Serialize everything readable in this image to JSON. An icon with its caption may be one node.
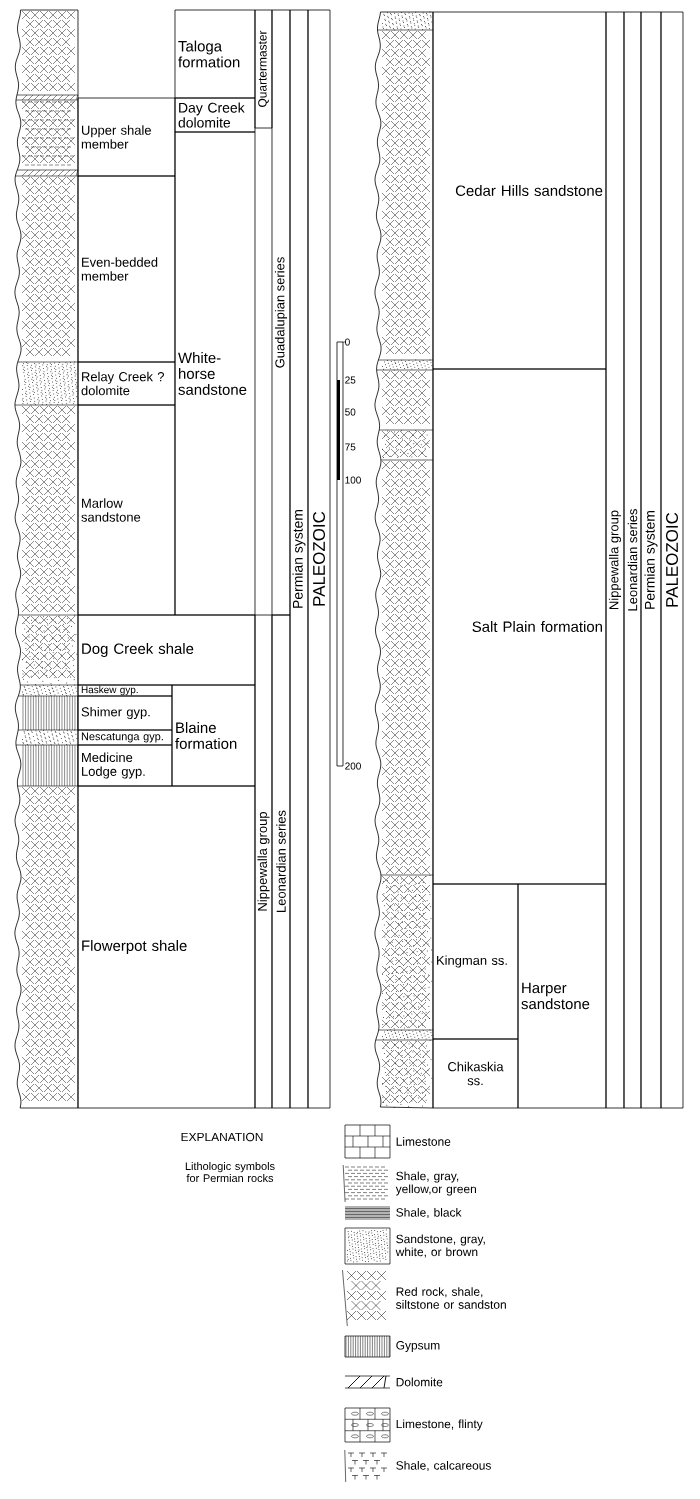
{
  "diagram": {
    "nodes": [
      {
        "text": [
          "Taloga formation"
        ]
      },
      {
        "text": [
          "Quartermaster"
        ]
      },
      {
        "text": [
          "Guadalupian series"
        ]
      },
      {
        "text": [
          "Permian system"
        ]
      },
      {
        "text": [
          "PALEOZOIC"
        ]
      },
      {
        "text": [
          "Day Creek dolomite"
        ]
      },
      {
        "text": [
          "Upper shale member"
        ]
      },
      {
        "text": [
          "Even-bedded member"
        ]
      },
      {
        "text": [
          "White-horse sandstone"
        ]
      },
      {
        "text": [
          "Relay Creek ? dolomite"
        ]
      },
      {
        "text": [
          "Marlow sandstone"
        ]
      },
      {
        "text": [
          "Dog Creek shale"
        ]
      },
      {
        "text": [
          "Haskew gyp."
        ]
      },
      {
        "text": [
          "Shimer gyp."
        ]
      },
      {
        "text": [
          "Blaine formation"
        ]
      },
      {
        "text": [
          "Nescatunga gyp."
        ]
      },
      {
        "text": [
          "Medicine Lodge gyp."
        ]
      },
      {
        "text": [
          "Nippewalla group"
        ]
      },
      {
        "text": [
          "Leonardian series"
        ]
      },
      {
        "text": [
          "Flowerpot shale"
        ]
      },
      {
        "text": [
          "Cedar Hills sandstone"
        ]
      },
      {
        "text": [
          "Nippewalla group"
        ]
      },
      {
        "text": [
          "Leonardian series"
        ]
      },
      {
        "text": [
          "Permian system"
        ]
      },
      {
        "text": [
          "PALEOZOIC"
        ]
      },
      {
        "text": [
          "Salt Plain formation"
        ]
      },
      {
        "text": [
          "Kingman ss."
        ]
      },
      {
        "text": [
          "Harper sandstone"
        ]
      },
      {
        "text": [
          "Chikaskia ss."
        ]
      }
    ],
    "labels": [
      "0",
      "25",
      "50",
      "75",
      "100",
      "200",
      "EXPLANATION",
      "Lithologic symbols for Permian rocks"
    ],
    "legend": [
      {
        "text": "Limestone"
      },
      {
        "text": "Shale, gray, yellow,or green"
      },
      {
        "text": "Shale, black"
      },
      {
        "text": "Sandstone, gray, white, or brown"
      },
      {
        "text": "Red rock, shale, siltstone or sandston"
      },
      {
        "text": "Gypsum"
      },
      {
        "text": "Dolomite"
      },
      {
        "text": "Limestone, flinty"
      },
      {
        "text": "Shale, calcareous"
      }
    ]
  }
}
